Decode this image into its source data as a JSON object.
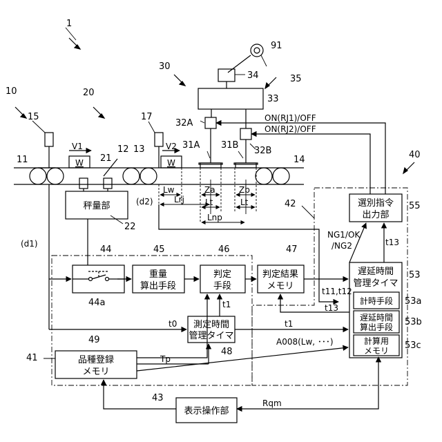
{
  "refs": {
    "r1": "1",
    "r10": "10",
    "r11": "11",
    "r12": "12",
    "r13": "13",
    "r14": "14",
    "r15": "15",
    "r17": "17",
    "r20": "20",
    "r21": "21",
    "r22": "22",
    "r30": "30",
    "r31A": "31A",
    "r31B": "31B",
    "r32A": "32A",
    "r32B": "32B",
    "r33": "33",
    "r34": "34",
    "r35": "35",
    "r40": "40",
    "r41": "41",
    "r42": "42",
    "r43": "43",
    "r44": "44",
    "r44a": "44a",
    "r45": "45",
    "r46": "46",
    "r47": "47",
    "r48": "48",
    "r49": "49",
    "r53": "53",
    "r53a": "53a",
    "r53b": "53b",
    "r53c": "53c",
    "r55": "55",
    "r91": "91"
  },
  "blocks": {
    "weigher": "秤量部",
    "weight_calc": [
      "重量",
      "算出手段"
    ],
    "judge": [
      "判定",
      "手段"
    ],
    "judge_mem": [
      "判定結果",
      "メモリ"
    ],
    "timer48": [
      "測定時間",
      "管理タイマ"
    ],
    "product_mem": [
      "品種登録",
      "メモリ"
    ],
    "display": "表示操作部",
    "selector": [
      "選別指令",
      "出力部"
    ],
    "delay_timer": [
      "遅延時間",
      "管理タイマ"
    ],
    "clock53a": "計時手段",
    "delay_calc": [
      "遅延時間",
      "算出手段"
    ],
    "calc_mem": [
      "計算用",
      "メモリ"
    ]
  },
  "labels": {
    "V1": "V1",
    "V2": "V2",
    "W1": "W",
    "W2": "W",
    "Lw": "Lw",
    "Lrj": "Lrj",
    "Lt1": "Lt",
    "Lt2": "Lt",
    "Lnp": "Lnp",
    "Za": "Za",
    "Zb": "Zb",
    "d1": "(d1)",
    "d2": "(d2)",
    "on1": "ON(RJ1)/OFF",
    "on2": "ON(RJ2)/OFF",
    "ng1": "NG1/OK",
    "ng2": "/NG2",
    "t13a": "t13",
    "t13b": "t13",
    "t1112": "t11,t12",
    "t1a": "t1",
    "t1b": "t1",
    "t0": "t0",
    "Tp": "Tp",
    "A008": "A008(Lw, ･･･)",
    "Rqm": "Rqm"
  },
  "colors": {
    "line": "#000000",
    "background": "#ffffff"
  }
}
